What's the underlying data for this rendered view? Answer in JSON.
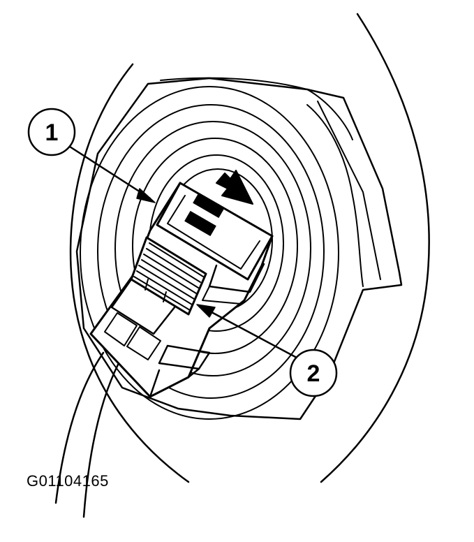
{
  "diagram": {
    "callouts": [
      {
        "label": "1"
      },
      {
        "label": "2"
      }
    ],
    "figure_id": "G01104165",
    "colors": {
      "line": "#000000",
      "background": "#ffffff"
    }
  }
}
